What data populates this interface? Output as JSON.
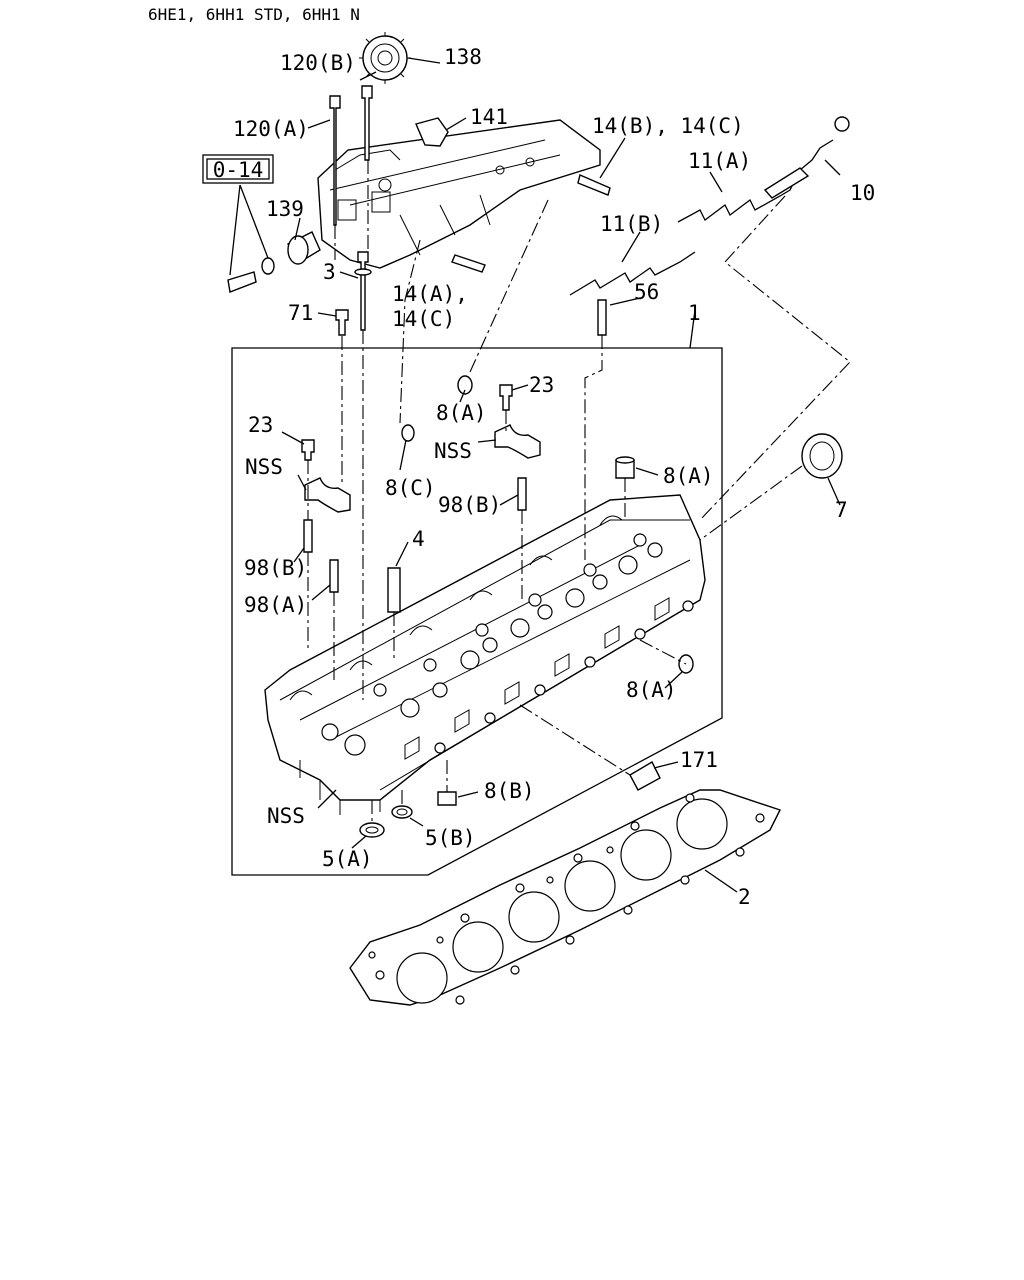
{
  "header": {
    "title": "6HE1, 6HH1 STD, 6HH1 N"
  },
  "reference_box": {
    "label": "0-14"
  },
  "labels": {
    "l120b": "120(B)",
    "l138": "138",
    "l120a": "120(A)",
    "l141": "141",
    "l14bc": "14(B), 14(C)",
    "l11a": "11(A)",
    "l10": "10",
    "l139": "139",
    "l11b": "11(B)",
    "l3": "3",
    "l14a": "14(A),",
    "l14c": "14(C)",
    "l56": "56",
    "l71": "71",
    "l1": "1",
    "l23a": "23",
    "l8a1": "8(A)",
    "l23b": "23",
    "lnss1": "NSS",
    "lnss2": "NSS",
    "l8c": "8(C)",
    "l8a2": "8(A)",
    "l98b1": "98(B)",
    "l7": "7",
    "l4": "4",
    "l98b2": "98(B)",
    "l98a": "98(A)",
    "l8a3": "8(A)",
    "l171": "171",
    "l8b": "8(B)",
    "lnss3": "NSS",
    "l5b": "5(B)",
    "l5a": "5(A)",
    "l2": "2"
  }
}
